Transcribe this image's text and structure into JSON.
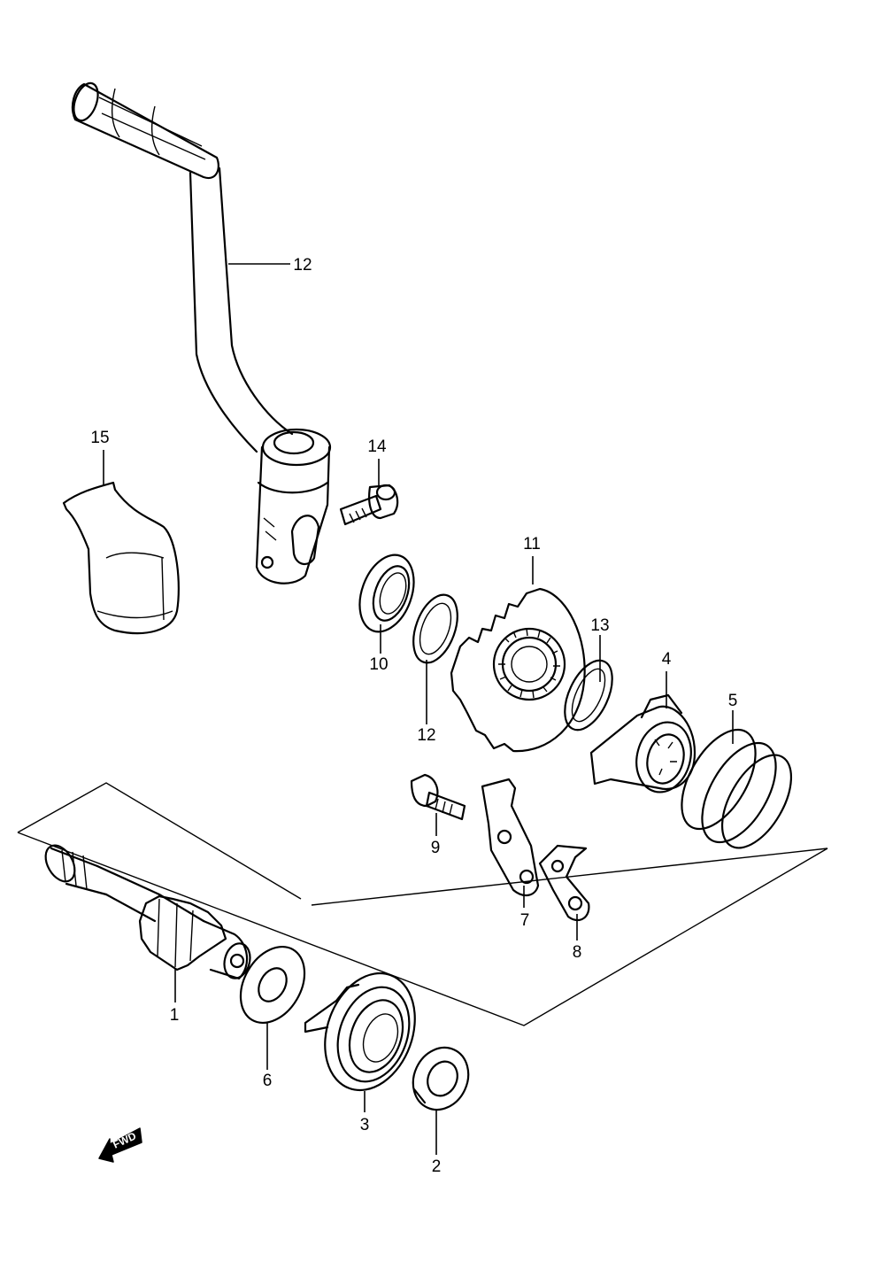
{
  "callouts": [
    {
      "id": "c1",
      "label": "1"
    },
    {
      "id": "c2",
      "label": "2"
    },
    {
      "id": "c3",
      "label": "3"
    },
    {
      "id": "c4",
      "label": "4"
    },
    {
      "id": "c5",
      "label": "5"
    },
    {
      "id": "c6",
      "label": "6"
    },
    {
      "id": "c7",
      "label": "7"
    },
    {
      "id": "c8",
      "label": "8"
    },
    {
      "id": "c9",
      "label": "9"
    },
    {
      "id": "c10",
      "label": "10"
    },
    {
      "id": "c11",
      "label": "11"
    },
    {
      "id": "c12a",
      "label": "12"
    },
    {
      "id": "c12b",
      "label": "12"
    },
    {
      "id": "c13",
      "label": "13"
    },
    {
      "id": "c14",
      "label": "14"
    },
    {
      "id": "c15",
      "label": "15"
    }
  ],
  "direction_badge": {
    "label": "FWD",
    "icon": "forward-arrow-icon"
  }
}
